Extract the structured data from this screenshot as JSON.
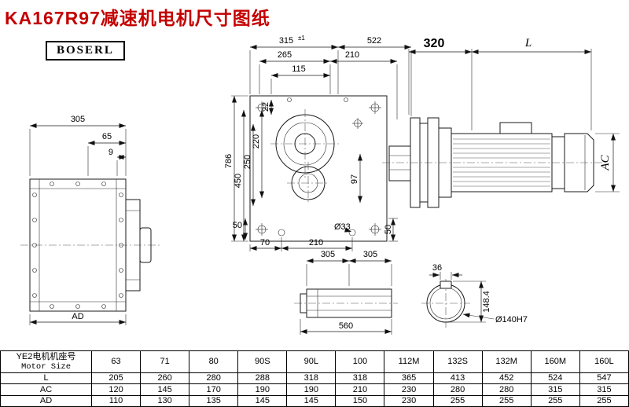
{
  "title": "KA167R97减速机电机尺寸图纸",
  "brand": "BOSERL",
  "dims": {
    "left": {
      "w305": "305",
      "w65": "65",
      "w9": "9",
      "ad": "AD"
    },
    "front": {
      "top315": "315",
      "top315_tol": "±1",
      "top522": "522",
      "top265": "265",
      "top210": "210",
      "top115": "115",
      "v22": "22",
      "v220": "220",
      "v250": "250",
      "v450": "450",
      "v786": "786",
      "v97": "97",
      "b50_left": "50",
      "b70": "70",
      "b210": "210",
      "hole33": "Ø33",
      "b50_right": "50"
    },
    "motor": {
      "len320": "320",
      "lenL": "L",
      "diaAC": "AC"
    },
    "shaft": {
      "s305a": "305",
      "s305b": "305",
      "s560": "560"
    },
    "bore": {
      "k36": "36",
      "h148": "148.4",
      "d140": "Ø140H7"
    }
  },
  "table": {
    "header_cn": "YE2电机机座号",
    "header_en": "Motor Size",
    "columns": [
      "63",
      "71",
      "80",
      "90S",
      "90L",
      "100",
      "112M",
      "132S",
      "132M",
      "160M",
      "160L"
    ],
    "rows": [
      {
        "label": "L",
        "values": [
          "205",
          "260",
          "280",
          "288",
          "318",
          "318",
          "365",
          "413",
          "452",
          "524",
          "547"
        ]
      },
      {
        "label": "AC",
        "values": [
          "120",
          "145",
          "170",
          "190",
          "190",
          "210",
          "230",
          "280",
          "280",
          "315",
          "315"
        ]
      },
      {
        "label": "AD",
        "values": [
          "110",
          "130",
          "135",
          "145",
          "145",
          "150",
          "230",
          "255",
          "255",
          "255",
          "255"
        ]
      }
    ]
  }
}
